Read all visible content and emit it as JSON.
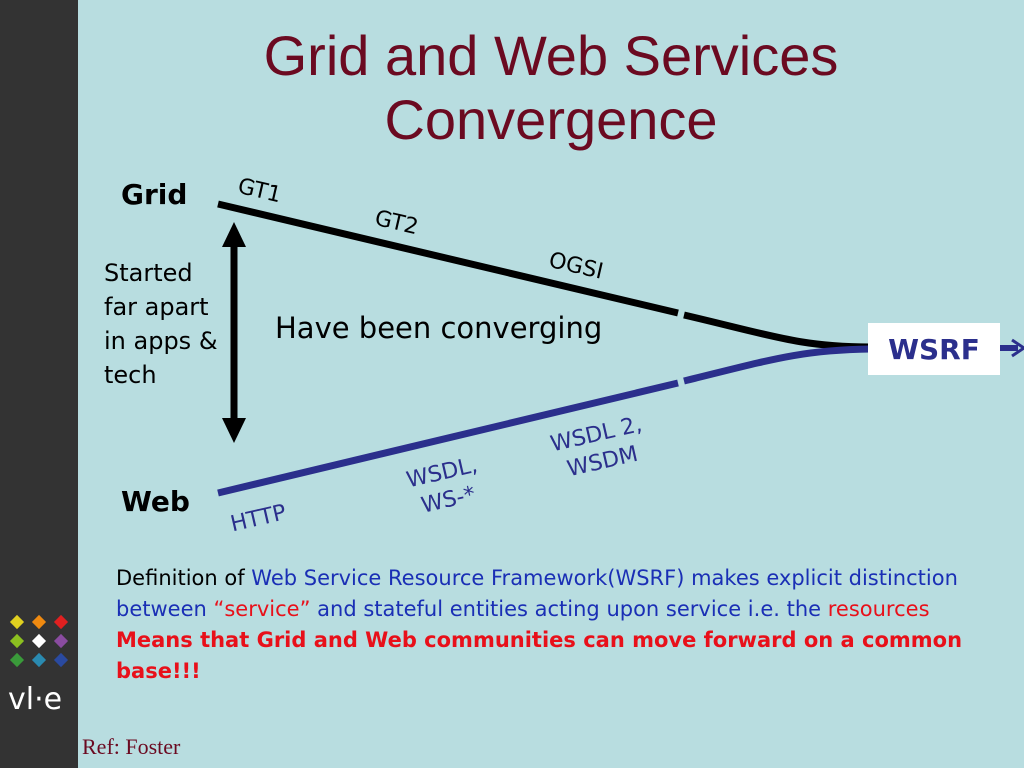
{
  "title_line1": "Grid and Web Services",
  "title_line2": "Convergence",
  "logo_text": "vl·e",
  "labels": {
    "grid": "Grid",
    "web": "Web",
    "started_apart": "Started far apart in apps & tech",
    "have_been_converging": "Have been converging",
    "wsrf": "WSRF"
  },
  "grid_path_tags": [
    "GT1",
    "GT2",
    "OGSI"
  ],
  "web_path_tags": {
    "http": "HTTP",
    "wsdl_line1": "WSDL,",
    "wsdl_line2": "WS-*",
    "wsdl2_line1": "WSDL 2,",
    "wsdl2_line2": "WSDM"
  },
  "definition": {
    "intro": "Definition of ",
    "wsrf_name": "Web Service Resource Framework(WSRF)",
    "middle": " makes explicit distinction between ",
    "service_quoted": "“service”",
    "after_service": " and stateful entities acting upon service i.e. the ",
    "resources": "resources",
    "means": "Means that Grid and Web communities can move forward on a common base!!!"
  },
  "reference": "Ref: Foster",
  "colors": {
    "background": "#b8dde0",
    "title": "#6b0a21",
    "grid_line": "#000000",
    "web_line": "#2b2f8c",
    "highlight_blue": "#1a2fb5",
    "highlight_red": "#e8101a"
  }
}
